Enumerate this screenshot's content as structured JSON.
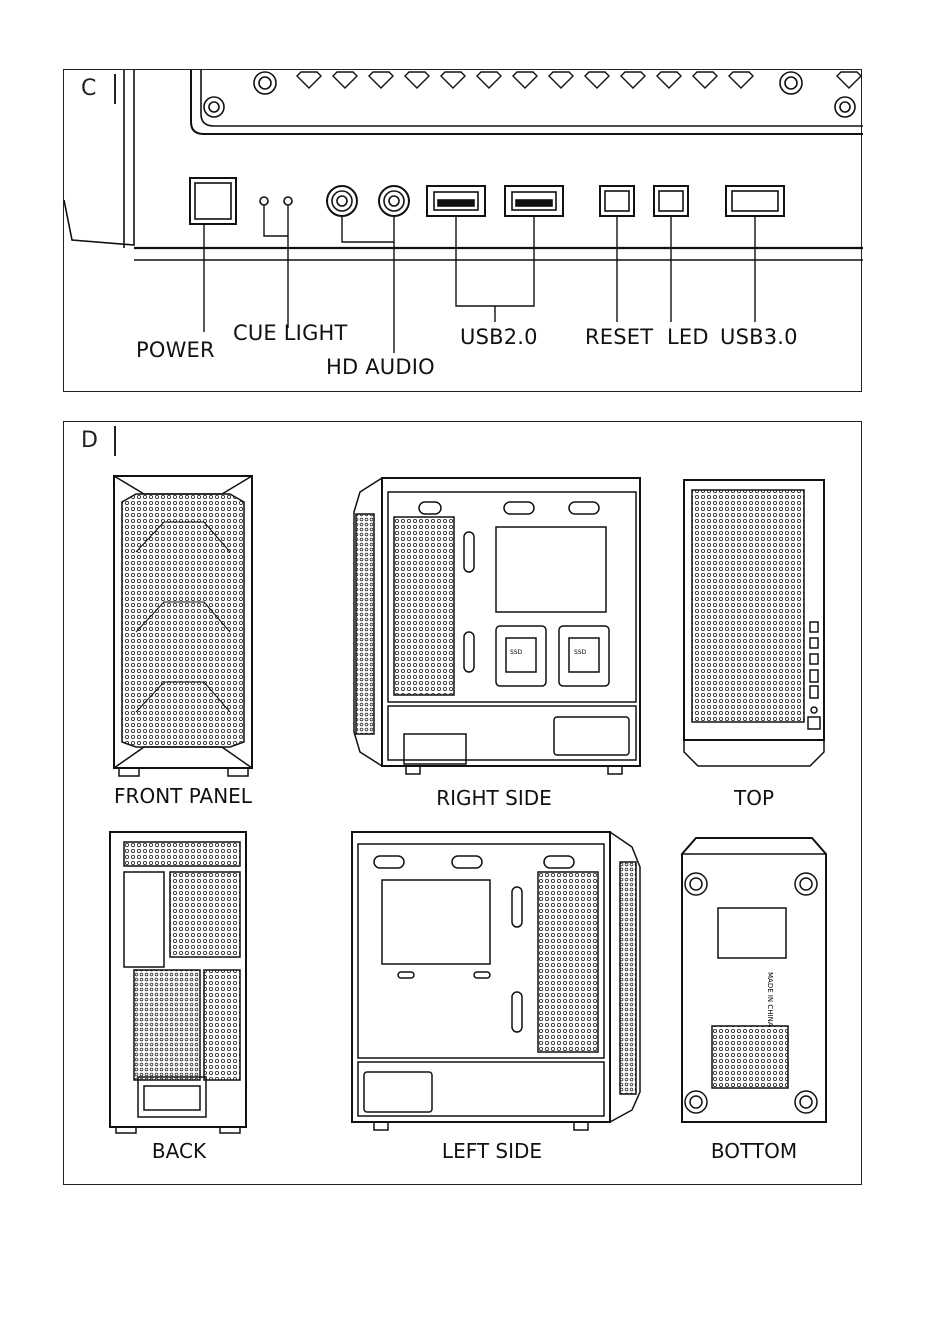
{
  "panel_c": {
    "letter": "C",
    "labels": {
      "power": "POWER",
      "cue_light": "CUE LIGHT",
      "hd_audio": "HD AUDIO",
      "usb2": "USB2.0",
      "reset": "RESET",
      "led": "LED",
      "usb3": "USB3.0"
    }
  },
  "panel_d": {
    "letter": "D",
    "views": {
      "front_panel": "FRONT PANEL",
      "right_side": "RIGHT SIDE",
      "top": "TOP",
      "back": "BACK",
      "left_side": "LEFT SIDE",
      "bottom": "BOTTOM"
    },
    "ssd_label": "SSD",
    "made_in": "MADE IN CHINA"
  }
}
